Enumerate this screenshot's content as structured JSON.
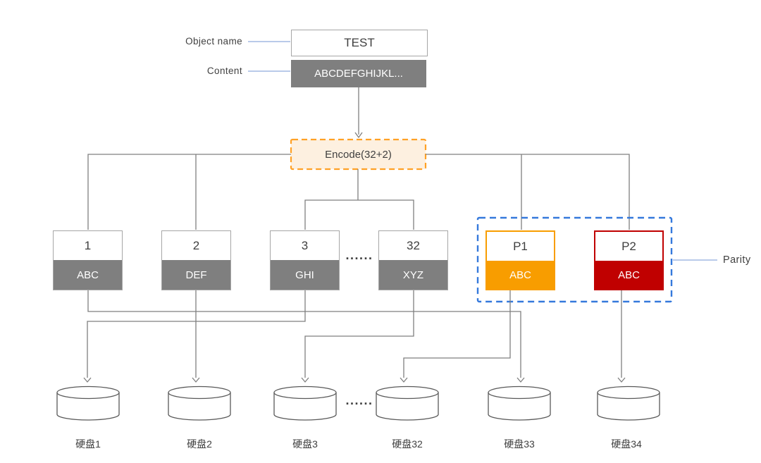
{
  "colors": {
    "line-gray": "#7f7f7f",
    "box-border-gray": "#a6a6a6",
    "cell-gray": "#7f7f7f",
    "disk-stroke": "#595959",
    "accent-orange": "#f89d00",
    "accent-red": "#c00000",
    "accent-blue": "#3579dc",
    "leader-blue": "#8faadc",
    "encode-fill": "#fdf0e0",
    "encode-border": "#ffa126"
  },
  "labels": {
    "object_name": "Object name",
    "content": "Content",
    "parity": "Parity"
  },
  "object_box": {
    "name": "TEST",
    "content": "ABCDEFGHIJKL..."
  },
  "encode": {
    "label": "Encode(32+2)"
  },
  "chunks": [
    {
      "id": "1",
      "content": "ABC",
      "type": "data"
    },
    {
      "id": "2",
      "content": "DEF",
      "type": "data"
    },
    {
      "id": "3",
      "content": "GHI",
      "type": "data"
    },
    {
      "id": "32",
      "content": "XYZ",
      "type": "data"
    },
    {
      "id": "P1",
      "content": "ABC",
      "type": "parity"
    },
    {
      "id": "P2",
      "content": "ABC",
      "type": "parity"
    }
  ],
  "chunk_ellipsis": "......",
  "disk_ellipsis": "......",
  "disks": [
    {
      "label": "硬盘1"
    },
    {
      "label": "硬盘2"
    },
    {
      "label": "硬盘3"
    },
    {
      "label": "硬盘32"
    },
    {
      "label": "硬盘33"
    },
    {
      "label": "硬盘34"
    }
  ]
}
